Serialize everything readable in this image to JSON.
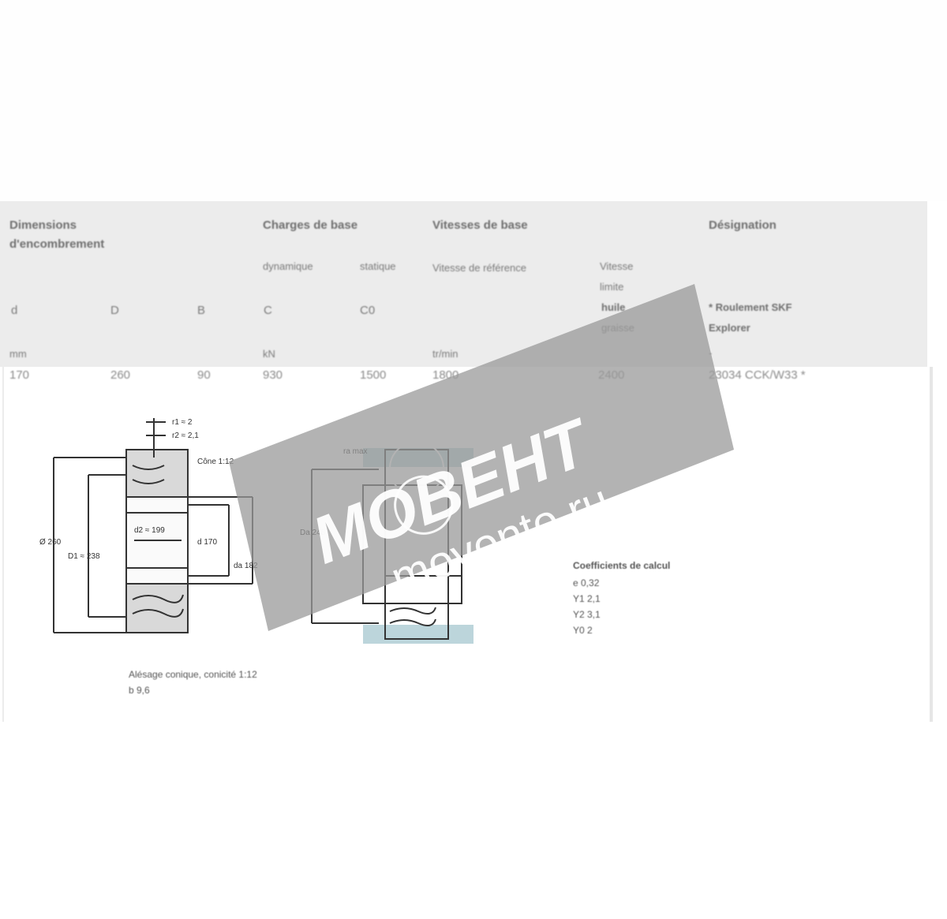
{
  "header": {
    "dimensions_title": "Dimensions",
    "dimensions_subtitle": "d'encombrement",
    "loads_title": "Charges de base",
    "loads_dynamic": "dynamique",
    "loads_static": "statique",
    "speeds_title": "Vitesses de base",
    "speed_reference": "Vitesse de référence",
    "speed_limit_line1": "Vitesse",
    "speed_limit_line2": "limite",
    "speed_limit_line3": "huile",
    "speed_limit_line4": "graisse",
    "designation_title": "Désignation",
    "designation_note_line1": "* Roulement SKF",
    "designation_note_line2": "Explorer",
    "designation_dash": "-"
  },
  "columns": {
    "d": "d",
    "D": "D",
    "B": "B",
    "C": "C",
    "C0": "C0"
  },
  "units": {
    "length": "mm",
    "load": "kN",
    "speed": "tr/min"
  },
  "row": {
    "d": "170",
    "D": "260",
    "B": "90",
    "C": "930",
    "C0": "1500",
    "speed_reference": "1800",
    "speed_limit": "2400",
    "designation": "23034 CCK/W33 *"
  },
  "drawing_labels": {
    "r1": "r1 ≈ 2",
    "r2": "r2 ≈ 2,1",
    "cone": "Cône 1:12",
    "D_label": "Ø 260",
    "D1_label": "D1 ≈ 238",
    "d2_label": "d2 ≈ 199",
    "d_label": "d 170",
    "da_label": "da 182",
    "ra_label": "ra max",
    "Da_label": "Da 248"
  },
  "caption": {
    "line1": "Alésage conique, conicité 1:12",
    "line2": "b 9,6"
  },
  "coefficients": {
    "title": "Coefficients de calcul",
    "e": "e 0,32",
    "Y1": "Y1 2,1",
    "Y2": "Y2 3,1",
    "Y0": "Y0 2"
  },
  "watermark": {
    "brand": "МОВЕНТ",
    "site": "movente.ru",
    "color": "#9a9a9a",
    "logo_color": "#bfe3ee"
  }
}
